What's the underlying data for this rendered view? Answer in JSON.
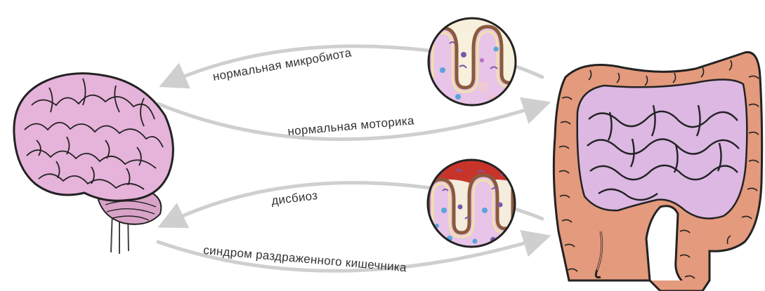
{
  "labels": {
    "normal_microbiota": "нормальная микробиота",
    "normal_motility": "нормальная моторика",
    "dysbiosis": "дисбиоз",
    "ibs": "синдром раздраженного кишечника"
  },
  "icons": {
    "brain": "brain-icon",
    "intestine": "intestine-icon",
    "healthy_villi": "healthy-villi-icon",
    "dysbiosis_villi": "dysbiosis-villi-icon"
  },
  "colors": {
    "arrow": "#cfcfcf",
    "brain": "#e6b3da",
    "colon": "#e49a7c",
    "small_intestine": "#dcb8e3",
    "healthy_lumen": "#f7f0dc",
    "inflamed_lumen": "#c9342a",
    "text": "#333333"
  }
}
